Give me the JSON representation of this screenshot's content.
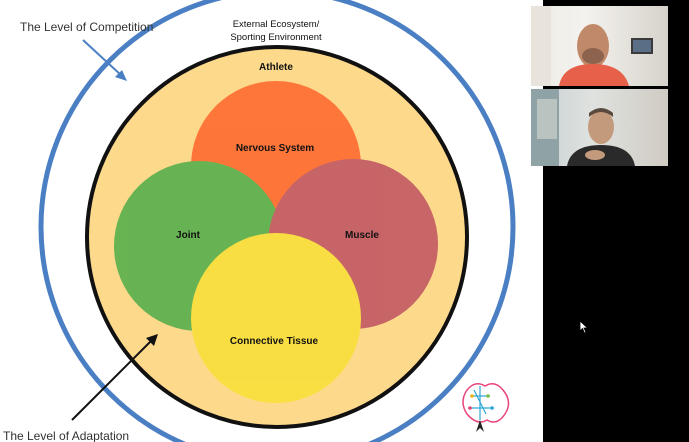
{
  "slide": {
    "outer_label": "The Level of Competition",
    "inner_label": "The Level of Adaptation",
    "ecosystem_line1": "External Ecosystem/",
    "ecosystem_line2": "Sporting Environment",
    "athlete_label": "Athlete",
    "systems": [
      {
        "label": "Nervous System",
        "color": "#ff5a24"
      },
      {
        "label": "Joint",
        "color": "#3ea843"
      },
      {
        "label": "Muscle",
        "color": "#b7445e"
      },
      {
        "label": "Connective Tissue",
        "color": "#f8e030"
      }
    ],
    "colors": {
      "outer_ring": "#4a7fc4",
      "athlete_fill": "#fdd98b",
      "athlete_ring": "#111111"
    },
    "logo_icon": "brain-tree-logo"
  },
  "video_participants": [
    {
      "name": "participant-1",
      "icon": "person-orange-shirt"
    },
    {
      "name": "participant-2",
      "icon": "person-dark-shirt"
    }
  ],
  "cursor_icon": "arrow-cursor"
}
